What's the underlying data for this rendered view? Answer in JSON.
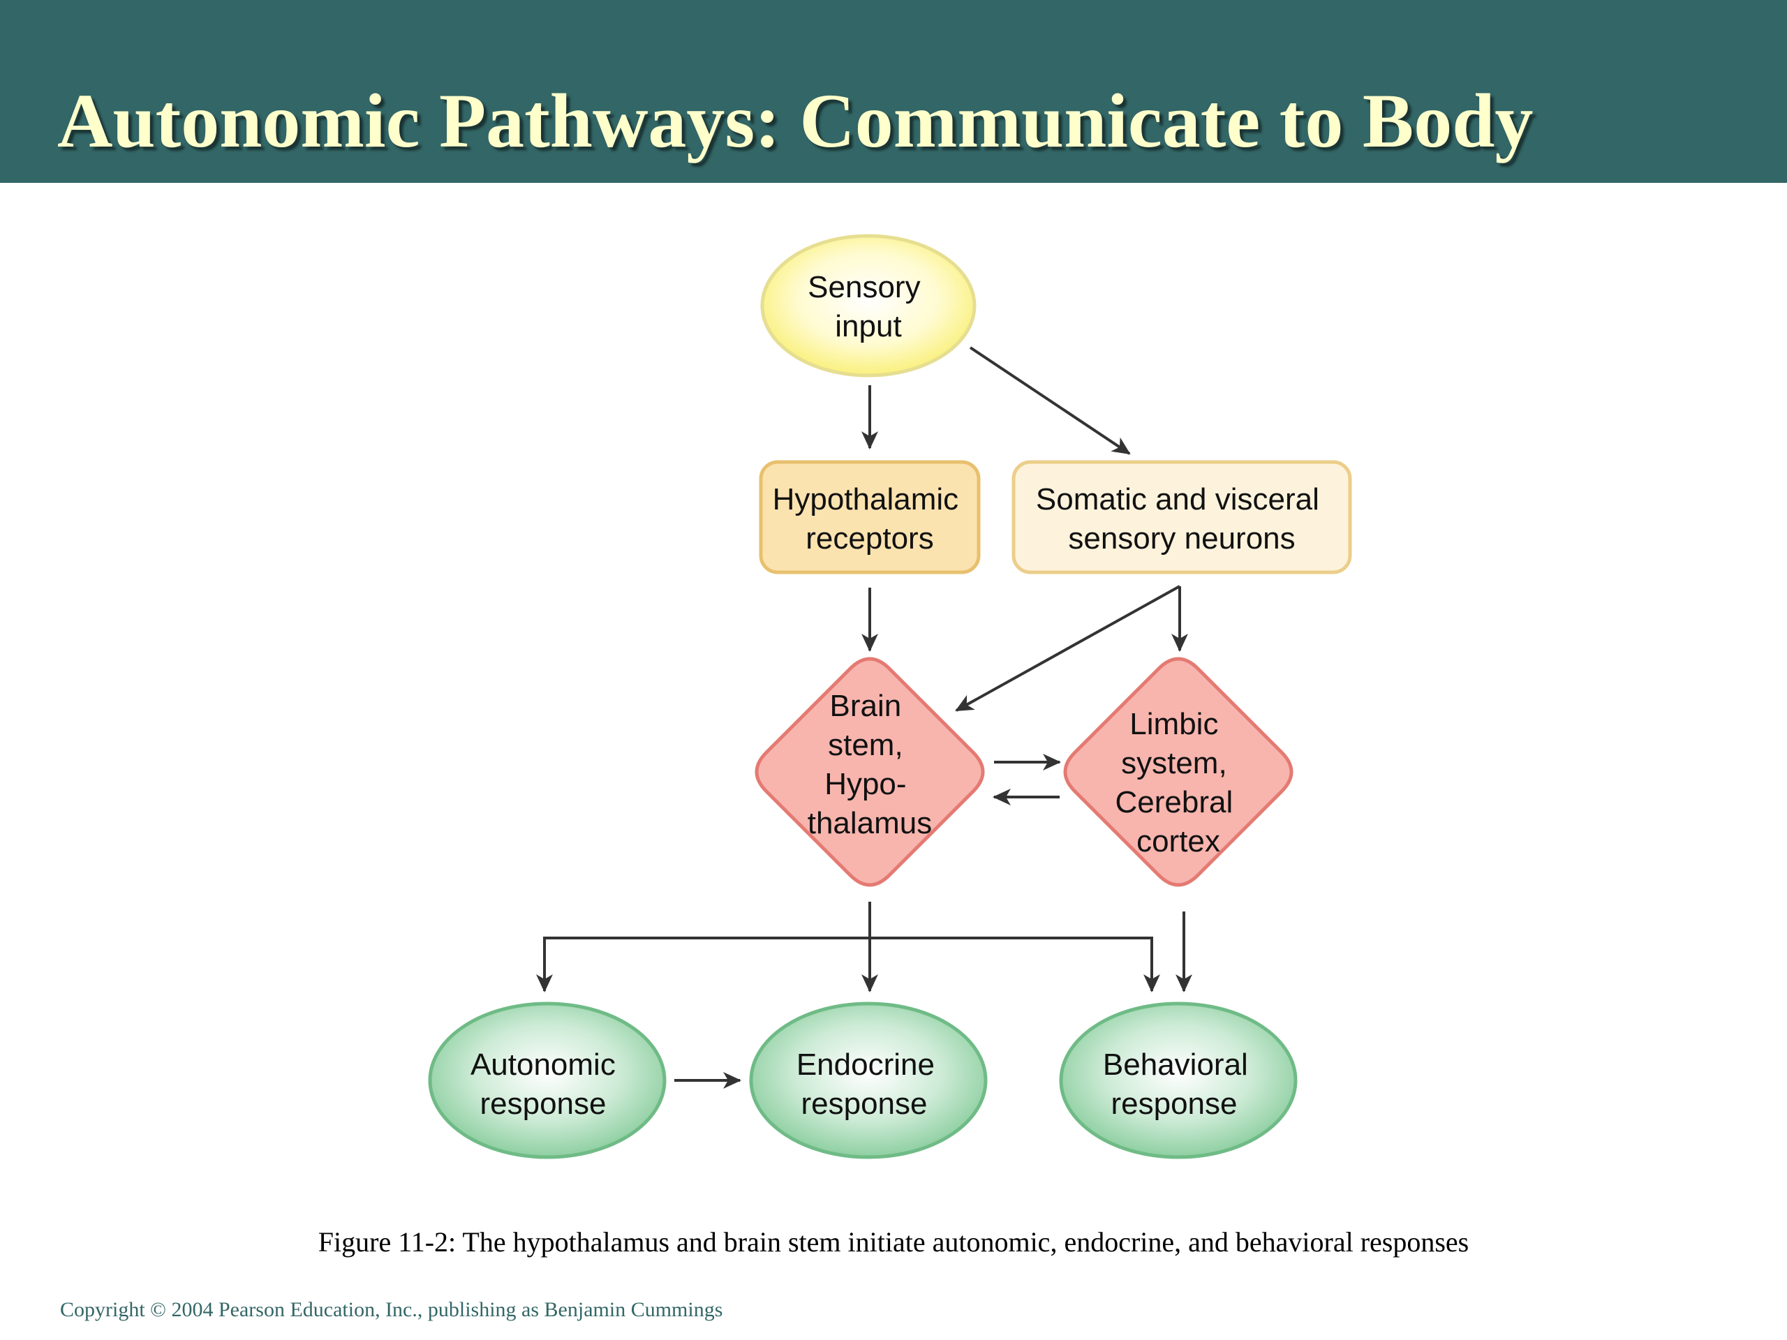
{
  "title": "Autonomic Pathways: Communicate to Body",
  "nodes": {
    "sensory_input": [
      "Sensory",
      "input"
    ],
    "hypothalamic_receptors": [
      "Hypothalamic",
      "receptors"
    ],
    "somatic_visceral_neurons": [
      "Somatic and visceral",
      "sensory neurons"
    ],
    "brain_stem_hypothalamus": [
      "Brain",
      "stem,",
      "Hypo-",
      "thalamus"
    ],
    "limbic_cerebral_cortex": [
      "Limbic",
      "system,",
      "Cerebral",
      "cortex"
    ],
    "autonomic_response": [
      "Autonomic",
      "response"
    ],
    "endocrine_response": [
      "Endocrine",
      "response"
    ],
    "behavioral_response": [
      "Behavioral",
      "response"
    ]
  },
  "caption": "Figure 11-2: The hypothalamus and brain stem initiate autonomic, endocrine, and behavioral responses",
  "copyright": "Copyright © 2004 Pearson Education, Inc., publishing as Benjamin Cummings",
  "colors": {
    "title_bar": "#336666",
    "title_text": "#ffffcc",
    "sensory_fill": "#fff68a",
    "sensory_stroke": "#e2dc8a",
    "receptor_fill": "#fbe3b0",
    "receptor_stroke": "#e8c06e",
    "neuron_fill": "#fdf3dc",
    "neuron_stroke": "#ebce8a",
    "diamond_fill": "#f7b5ae",
    "diamond_stroke": "#e47a72",
    "response_fill": "#8ed1a0",
    "response_stroke": "#5fb27a",
    "arrow": "#333333"
  }
}
